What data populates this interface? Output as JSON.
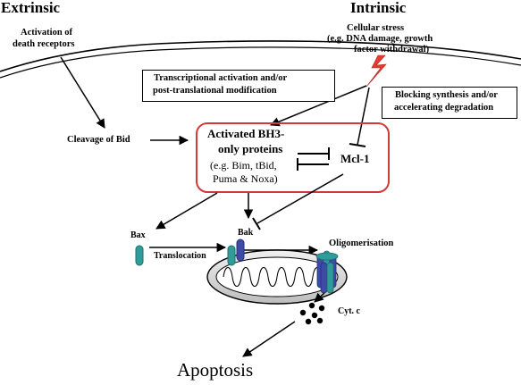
{
  "headings": {
    "extrinsic": "Extrinsic",
    "intrinsic": "Intrinsic"
  },
  "extrinsic": {
    "receptors_line1": "Activation of",
    "receptors_line2": "death receptors",
    "cleavage": "Cleavage of Bid"
  },
  "intrinsic": {
    "stress_line1": "Cellular stress",
    "stress_line2": "(e.g. DNA damage, growth",
    "stress_line3": "factor withdrawal)"
  },
  "boxes": {
    "transcriptional_line1": "Transcriptional activation and/or",
    "transcriptional_line2": "post-translational modification",
    "blocking_line1": "Blocking synthesis and/or",
    "blocking_line2": "accelerating degradation"
  },
  "bh3": {
    "line1": "Activated BH3-",
    "line2": "only proteins",
    "line3": "(e.g. Bim, tBid,",
    "line4": "Puma & Noxa)",
    "mcl1": "Mcl-1"
  },
  "mito": {
    "bax": "Bax",
    "bak": "Bak",
    "translocation": "Translocation",
    "oligomerisation": "Oligomerisation",
    "cytc": "Cyt. c"
  },
  "outcome": "Apoptosis",
  "colors": {
    "membrane": "#000000",
    "red_frame": "#d23a3a",
    "lightning": "#e63c2e",
    "bax_teal": "#2f9c9a",
    "bak_blue": "#3d4aa8",
    "mito_fill": "#d9d9d9"
  }
}
